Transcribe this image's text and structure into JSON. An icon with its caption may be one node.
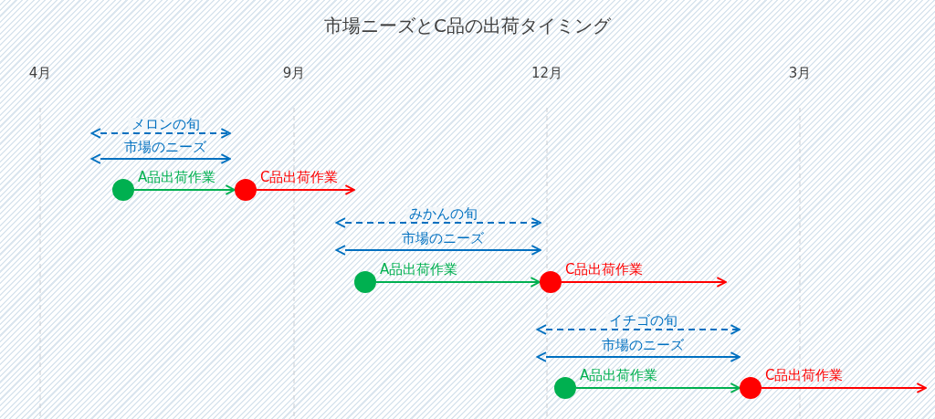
{
  "diagram": {
    "title": "市場ニーズとC品の出荷タイミング",
    "nodes": [
      {
        "text": [],
        "shape": "circle"
      },
      {
        "text": [],
        "shape": "circle"
      },
      {
        "text": [],
        "shape": "circle"
      },
      {
        "text": [],
        "shape": "circle"
      },
      {
        "text": [],
        "shape": "circle"
      },
      {
        "text": [],
        "shape": "circle"
      }
    ],
    "edges": [
      {
        "from": 0,
        "to": 1,
        "arrow": "to",
        "label": "A品出荷作業",
        "color": "#00b050"
      },
      {
        "from": 1,
        "to": null,
        "arrow": "to",
        "label": "C品出荷作業",
        "color": "#ff0000"
      },
      {
        "from": 2,
        "to": 3,
        "arrow": "to",
        "label": "A品出荷作業",
        "color": "#00b050"
      },
      {
        "from": 3,
        "to": null,
        "arrow": "to",
        "label": "C品出荷作業",
        "color": "#ff0000"
      },
      {
        "from": 4,
        "to": 5,
        "arrow": "to",
        "label": "A品出荷作業",
        "color": "#00b050"
      },
      {
        "from": 5,
        "to": null,
        "arrow": "to",
        "label": "C品出荷作業",
        "color": "#ff0000"
      }
    ],
    "labels": [
      "4月",
      "9月",
      "12月",
      "3月",
      "メロンの旬",
      "市場のニーズ",
      "みかんの旬",
      "市場のニーズ",
      "イチゴの旬",
      "市場のニーズ"
    ]
  }
}
